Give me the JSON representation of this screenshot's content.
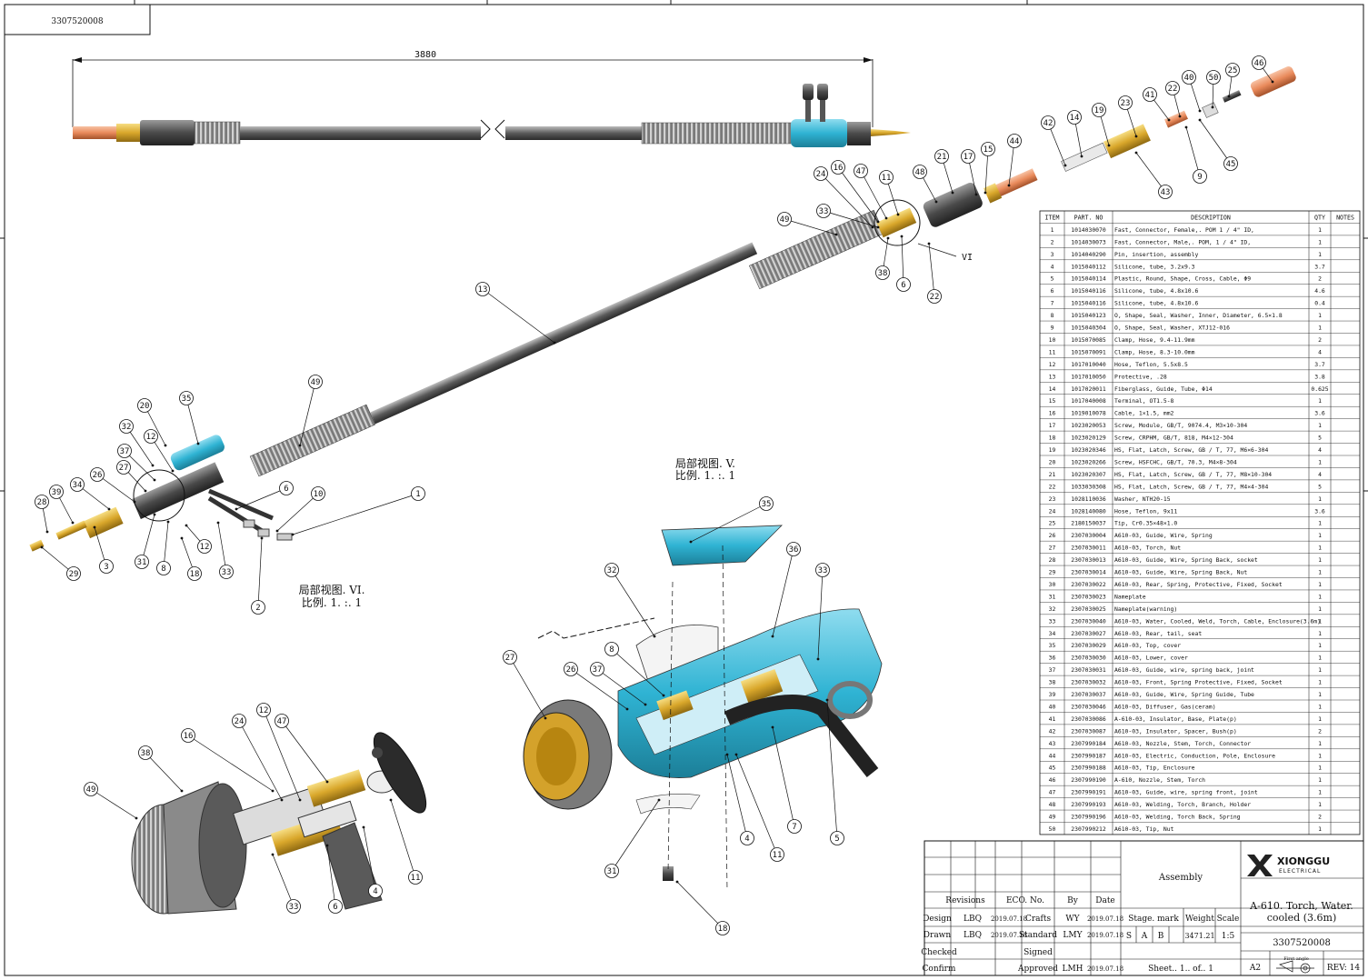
{
  "drawing_number_corner": "3307520008",
  "dimension_overall": "3880",
  "view_label": "VI",
  "detail_v_title": "局部视图. V.",
  "detail_v_scale": "比例. 1. :. 1",
  "detail_vi_title": "局部视图. VI.",
  "detail_vi_scale": "比例. 1. :. 1",
  "bom_headers": [
    "ITEM",
    "PART. NO",
    "DESCRIPTION",
    "QTY",
    "NOTES"
  ],
  "bom_rows": [
    [
      "1",
      "1014030070",
      "Fast, Connector, Female,. POM 1 / 4\" ID,",
      "1"
    ],
    [
      "2",
      "1014030073",
      "Fast, Connector, Male,. POM, 1 / 4\" ID,",
      "1"
    ],
    [
      "3",
      "1014040290",
      "Pin, insertion, assembly",
      "1"
    ],
    [
      "4",
      "1015040112",
      "Silicone, tube, 3.2x9.3",
      "3.7"
    ],
    [
      "5",
      "1015040114",
      "Plastic, Round, Shape, Cross, Cable, Φ9",
      "2"
    ],
    [
      "6",
      "1015040116",
      "Silicone, tube, 4.8x10.6",
      "4.6"
    ],
    [
      "7",
      "1015040116",
      "Silicone, tube, 4.8x10.6",
      "0.4"
    ],
    [
      "8",
      "1015040123",
      "O, Shape, Seal, Washer, Inner, Diameter, 6.5×1.8",
      "1"
    ],
    [
      "9",
      "1015040304",
      "O, Shape, Seal, Washer, XTJ12-016",
      "1"
    ],
    [
      "10",
      "1015070085",
      "Clamp, Hose, 9.4-11.9mm",
      "2"
    ],
    [
      "11",
      "1015070091",
      "Clamp, Hose, 8.3-10.0mm",
      "4"
    ],
    [
      "12",
      "1017010040",
      "Hose, Teflon, 5.5x8.5",
      "3.7"
    ],
    [
      "13",
      "1017010050",
      "Protective, .28",
      "3.8"
    ],
    [
      "14",
      "1017020011",
      "Fiberglass, Guide, Tube, Φ14",
      "0.625"
    ],
    [
      "15",
      "1017040008",
      "Terminal, OT1.5-8",
      "1"
    ],
    [
      "16",
      "1019010078",
      "Cable, 1×1.5, mm2",
      "3.6"
    ],
    [
      "17",
      "1023020053",
      "Screw, Module, GB/T, 9074.4, M3×10-304",
      "1"
    ],
    [
      "18",
      "1023020129",
      "Screw, CRPHM, GB/T, 818, M4×12-304",
      "5"
    ],
    [
      "19",
      "1023020346",
      "HS, Flat, Latch, Screw, GB / T, 77, M6×6-304",
      "4"
    ],
    [
      "20",
      "1023020266",
      "Screw, HSFCHC, GB/T, 70.3, M4×8-304",
      "1"
    ],
    [
      "21",
      "1023020307",
      "HS, Flat, Latch, Screw, GB / T, 77, M8×10-304",
      "4"
    ],
    [
      "22",
      "1033030308",
      "HS, Flat, Latch, Screw, GB / T, 77, M4×4-304",
      "5"
    ],
    [
      "23",
      "1028110036",
      "Washer, NTH20-15",
      "1"
    ],
    [
      "24",
      "1028140080",
      "Hose, Teflon, 9x11",
      "3.6"
    ],
    [
      "25",
      "2180150037",
      "Tip, Cr0.35×48×1.0",
      "1"
    ],
    [
      "26",
      "2307030004",
      "A610-03, Guide, Wire, Spring",
      "1"
    ],
    [
      "27",
      "2307030011",
      "A610-03, Torch, Nut",
      "1"
    ],
    [
      "28",
      "2307030013",
      "A610-03, Guide, Wire, Spring Back, socket",
      "1"
    ],
    [
      "29",
      "2307030014",
      "A610-03, Guide, Wire, Spring Back, Nut",
      "1"
    ],
    [
      "30",
      "2307030022",
      "A610-03, Rear, Spring, Protective, Fixed, Socket",
      "1"
    ],
    [
      "31",
      "2307030023",
      "Nameplate",
      "1"
    ],
    [
      "32",
      "2307030025",
      "Nameplate(warning)",
      "1"
    ],
    [
      "33",
      "2307030040",
      "A610-03, Water, Cooled, Weld, Torch, Cable, Enclosure(3.6m)",
      "1"
    ],
    [
      "34",
      "2307030027",
      "A610-03, Rear, tail, seat",
      "1"
    ],
    [
      "35",
      "2307030029",
      "A610-03, Top, cover",
      "1"
    ],
    [
      "36",
      "2307030030",
      "A610-03, Lower, cover",
      "1"
    ],
    [
      "37",
      "2307030031",
      "A610-03, Guide, wire, spring back, joint",
      "1"
    ],
    [
      "38",
      "2307030032",
      "A610-03, Front, Spring Protective, Fixed, Socket",
      "1"
    ],
    [
      "39",
      "2307030037",
      "A610-03, Guide, Wire, Spring Guide, Tube",
      "1"
    ],
    [
      "40",
      "2307030046",
      "A610-03, Diffuser, Gas(ceram)",
      "1"
    ],
    [
      "41",
      "2307030086",
      "A-610-03, Insulator, Base, Plate(p)",
      "1"
    ],
    [
      "42",
      "2307030087",
      "A610-03, Insulator, Spacer, Bush(p)",
      "2"
    ],
    [
      "43",
      "2307990184",
      "A610-03, Nozzle, Stem, Torch, Connector",
      "1"
    ],
    [
      "44",
      "2307990187",
      "A610-03, Electric, Conduction, Pole, Enclosure",
      "1"
    ],
    [
      "45",
      "2307990188",
      "A610-03, Tip, Enclosure",
      "1"
    ],
    [
      "46",
      "2307990190",
      "A-610, Nozzle, Stem, Torch",
      "1"
    ],
    [
      "47",
      "2307990191",
      "A610-03, Guide, wire, spring front, joint",
      "1"
    ],
    [
      "48",
      "2307990193",
      "A610-03, Welding, Torch, Branch, Holder",
      "1"
    ],
    [
      "49",
      "2307990196",
      "A610-03, Welding, Torch Back, Spring",
      "2"
    ],
    [
      "50",
      "2307990212",
      "A610-03, Tip, Nut",
      "1"
    ]
  ],
  "title_block": {
    "revisions": "Revisions",
    "eco_no": "ECO. No.",
    "by": "By",
    "date": "Date",
    "assembly": "Assembly",
    "company": "XIONGGU",
    "company_sub": "ELECTRICAL",
    "design_label": "Design",
    "design_name": "LBQ",
    "design_date": "2019.07.18",
    "crafts_label": "Crafts",
    "crafts_name": "WY",
    "crafts_date": "2019.07.18",
    "drawn_label": "Drawn",
    "drawn_name": "LBQ",
    "drawn_date": "2019.07.18",
    "standard_label": "Standard",
    "standard_name": "LMY",
    "standard_date": "2019.07.18",
    "checked_label": "Checked",
    "signed_label": "Signed",
    "confirm_label": "Confirm",
    "approved_label": "Approved",
    "approved_name": "LMH",
    "approved_date": "2019.07.18",
    "stage_mark": "Stage. mark",
    "weight": "Weight",
    "scale": "Scale",
    "stage_s": "S",
    "stage_a": "A",
    "stage_b": "B",
    "weight_value": "3471.21",
    "scale_value": "1:5",
    "sheet": "Sheet.. 1.. of.. 1",
    "part_title_1": "A-610. Torch, Water.",
    "part_title_2": "cooled (3.6m)",
    "drawing_no": "3307520008",
    "paper": "A2",
    "first_angle": "First angle",
    "rev": "REV: 14"
  },
  "colors": {
    "cyan": "#2fb3d3",
    "cyan_light": "#86d6ea",
    "brass": "#d9a72b",
    "copper": "#e98a5b",
    "dark": "#4a4a4a",
    "gray": "#9a9a9a"
  },
  "callouts_main": [
    "1",
    "2",
    "3",
    "4",
    "5",
    "6",
    "7",
    "8",
    "9",
    "10",
    "11",
    "12",
    "13",
    "14",
    "15",
    "16",
    "17",
    "18",
    "19",
    "20",
    "21",
    "22",
    "23",
    "24",
    "25",
    "26",
    "27",
    "28",
    "29",
    "31",
    "32",
    "33",
    "34",
    "35",
    "36",
    "37",
    "38",
    "39",
    "40",
    "41",
    "42",
    "43",
    "44",
    "45",
    "46",
    "47",
    "48",
    "49",
    "50"
  ]
}
